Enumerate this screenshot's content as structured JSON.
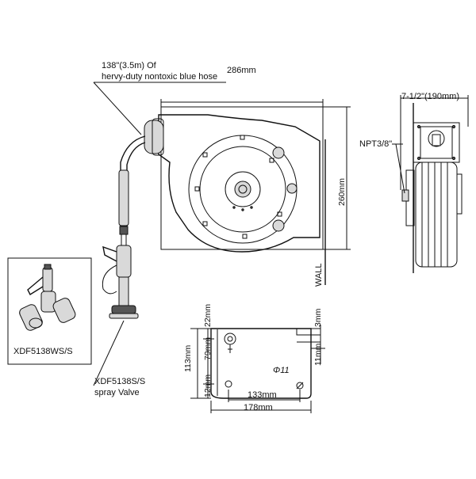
{
  "labels": {
    "hose_length": "138\"(3.5m) Of",
    "hose_desc": "hervy-duty nontoxic blue hose",
    "width_top": "286mm",
    "height_main": "260mm",
    "depth": "7-1/2\"(190mm)",
    "thread": "NPT3/8\"",
    "wall": "WALL",
    "inset_model": "XDF5138WS/S",
    "valve_model": "XDF5138S/S",
    "valve_desc": "spray Valve",
    "bracket_22": "22mm",
    "bracket_79": "79mm",
    "bracket_113": "113mm",
    "bracket_12": "12mm",
    "bracket_3": "3mm",
    "bracket_11": "11mm",
    "bracket_133": "133mm",
    "bracket_178": "178mm",
    "hole_dia": "Φ11"
  }
}
